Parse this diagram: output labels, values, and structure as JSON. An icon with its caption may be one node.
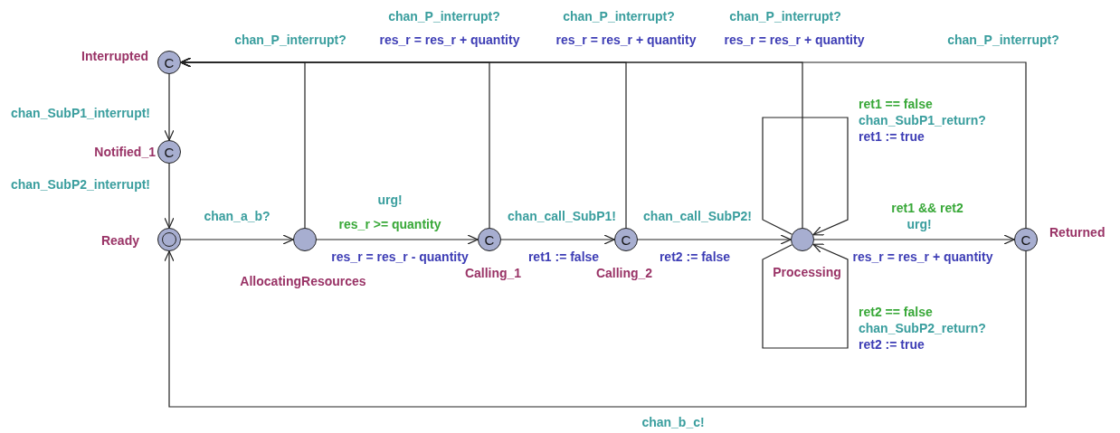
{
  "diagram": {
    "nodes": [
      {
        "text": [
          "Interrupted",
          "C"
        ]
      },
      {
        "text": [
          "Notified_1",
          "C"
        ]
      },
      {
        "text": [
          "Ready"
        ]
      },
      {
        "text": [
          "AllocatingResources"
        ]
      },
      {
        "text": [
          "C",
          "Calling_1"
        ]
      },
      {
        "text": [
          "C",
          "Calling_2"
        ]
      },
      {
        "text": [
          "Processing"
        ]
      },
      {
        "text": [
          "C",
          "Returned"
        ]
      }
    ],
    "edges": [
      {
        "from": 0,
        "to": 1,
        "arrow": "to"
      },
      {
        "from": 1,
        "to": 2,
        "arrow": "to"
      },
      {
        "from": 2,
        "to": 3,
        "arrow": "to"
      },
      {
        "from": 3,
        "to": 4,
        "arrow": "to"
      },
      {
        "from": 4,
        "to": 5,
        "arrow": "to"
      },
      {
        "from": 5,
        "to": 6,
        "arrow": "to"
      },
      {
        "from": 6,
        "to": 6,
        "arrow": "to"
      },
      {
        "from": 6,
        "to": 6,
        "arrow": "to"
      },
      {
        "from": 6,
        "to": 7,
        "arrow": "to"
      },
      {
        "from": 7,
        "to": 2,
        "arrow": "to"
      },
      {
        "from": 3,
        "to": 0,
        "arrow": "to"
      },
      {
        "from": 4,
        "to": 0,
        "arrow": "to"
      },
      {
        "from": 5,
        "to": 0,
        "arrow": "to"
      },
      {
        "from": 6,
        "to": 0,
        "arrow": "to"
      },
      {
        "from": 7,
        "to": 0,
        "arrow": "to"
      }
    ],
    "labels": [
      "chan_P_interrupt?",
      "chan_P_interrupt?",
      "chan_P_interrupt?",
      "chan_P_interrupt?",
      "res_r = res_r + quantity",
      "res_r = res_r + quantity",
      "res_r = res_r + quantity",
      "chan_P_interrupt?",
      "ret1 == false",
      "chan_SubP1_interrupt!",
      "chan_SubP1_return?",
      "ret1 := true",
      "chan_SubP2_interrupt!",
      "urg!",
      "ret1 && ret2",
      "chan_a_b?",
      "chan_call_SubP1!",
      "chan_call_SubP2!",
      "res_r >= quantity",
      "urg!",
      "res_r = res_r - quantity",
      "ret1 := false",
      "ret2 := false",
      "res_r = res_r + quantity",
      "ret2 == false",
      "chan_SubP2_return?",
      "ret2 := true",
      "chan_b_c!"
    ]
  }
}
